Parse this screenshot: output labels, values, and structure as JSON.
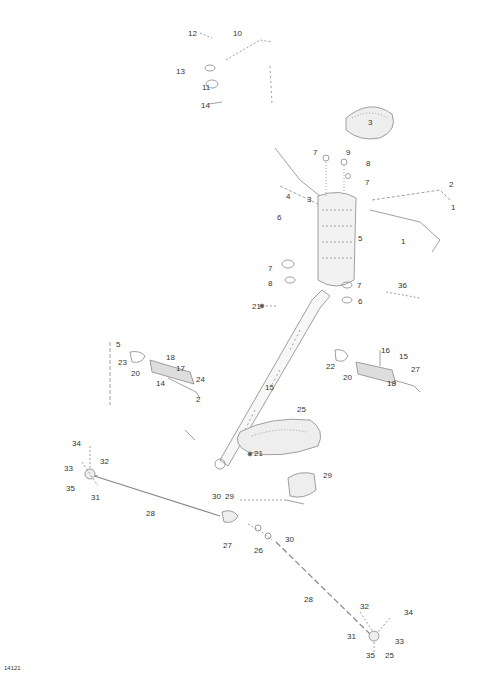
{
  "diagram": {
    "labels": [
      "12",
      "10",
      "13",
      "11",
      "14",
      "3",
      "7",
      "9",
      "8",
      "2",
      "7",
      "4",
      "3",
      "1",
      "6",
      "5",
      "1",
      "7",
      "8",
      "7",
      "36",
      "6",
      "21",
      "5",
      "23",
      "20",
      "18",
      "17",
      "24",
      "14",
      "2",
      "22",
      "20",
      "16",
      "15",
      "18",
      "27",
      "15",
      "25",
      "21",
      "29",
      "30",
      "29",
      "34",
      "33",
      "32",
      "35",
      "31",
      "28",
      "27",
      "26",
      "30",
      "28",
      "32",
      "34",
      "31",
      "33",
      "35",
      "25",
      "14121"
    ]
  }
}
